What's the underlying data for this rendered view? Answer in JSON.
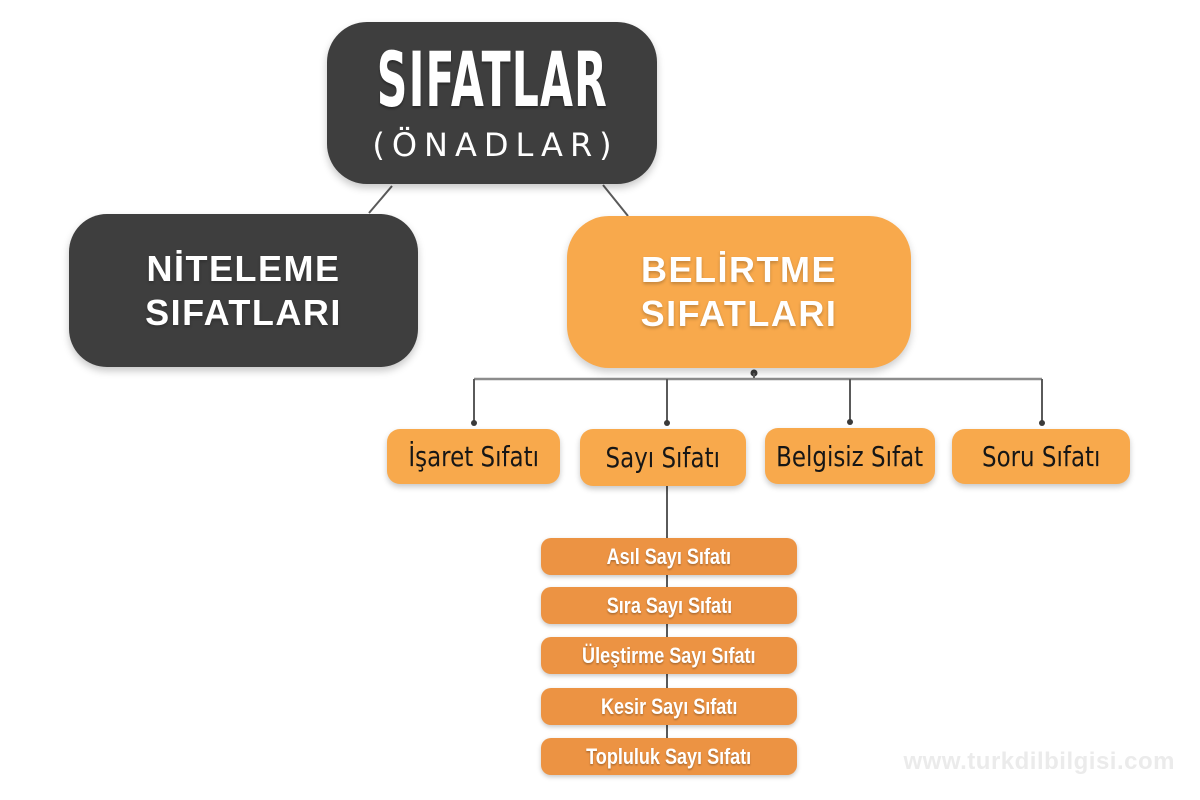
{
  "colors": {
    "dark": "#3E3E3E",
    "orange": "#F8A94C",
    "orange-deep": "#EC9343",
    "line": "#5A5A5A",
    "line-light": "#8C8C8C",
    "line-dark": "#3A3A3A",
    "text-dark": "#161616",
    "watermark": "#EBEBEB"
  },
  "root": {
    "title": "SIFATLAR",
    "subtitle": "(ÖNADLAR)"
  },
  "branches": {
    "niteleme": {
      "line1": "NİTELEME",
      "line2": "SIFATLARI"
    },
    "belirtme": {
      "line1": "BELİRTME",
      "line2": "SIFATLARI"
    }
  },
  "belirtme_children": [
    {
      "label": "İşaret Sıfatı"
    },
    {
      "label": "Sayı Sıfatı"
    },
    {
      "label": "Belgisiz Sıfat"
    },
    {
      "label": "Soru Sıfatı"
    }
  ],
  "sayi_children": [
    {
      "label": "Asıl Sayı Sıfatı"
    },
    {
      "label": "Sıra Sayı Sıfatı"
    },
    {
      "label": "Üleştirme Sayı Sıfatı"
    },
    {
      "label": "Kesir Sayı Sıfatı"
    },
    {
      "label": "Topluluk Sayı Sıfatı"
    }
  ],
  "watermark": "www.turkdilbilgisi.com"
}
